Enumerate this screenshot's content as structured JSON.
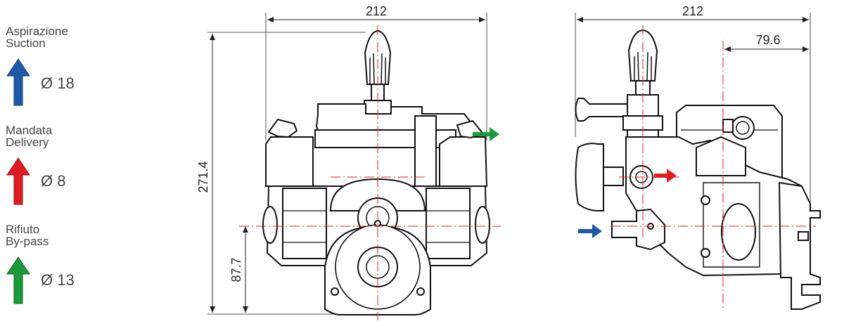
{
  "legend": {
    "suction": {
      "label_it": "Aspirazione",
      "label_en": "Suction",
      "diameter": "Ø 18",
      "color": "#1e5aa8"
    },
    "delivery": {
      "label_it": "Mandata",
      "label_en": "Delivery",
      "diameter": "Ø 8",
      "color": "#e01b22"
    },
    "bypass": {
      "label_it": "Rifiuto",
      "label_en": "By-pass",
      "diameter": "Ø 13",
      "color": "#1a9a3a"
    }
  },
  "dimensions": {
    "front_width": "212",
    "front_height": "271.4",
    "front_axis_height": "87.7",
    "side_width": "212",
    "side_offset": "79.6"
  },
  "colors": {
    "centerline": "#e01b22",
    "outline": "#111111",
    "dimension": "#222222"
  }
}
